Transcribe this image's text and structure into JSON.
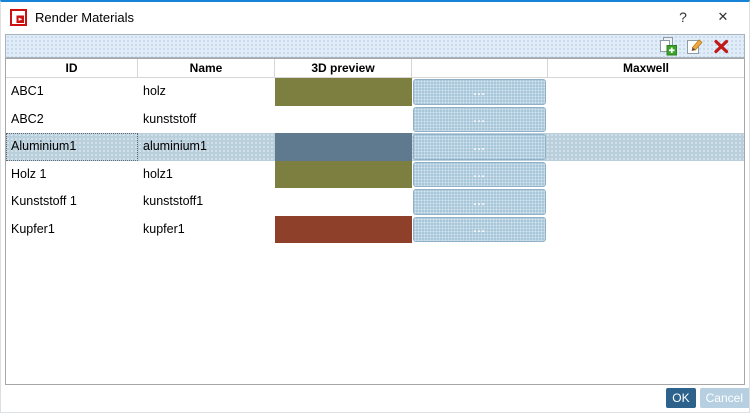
{
  "window": {
    "title": "Render Materials",
    "help_label": "?",
    "close_label": "✕"
  },
  "toolbar": {
    "icons": [
      {
        "name": "add-material"
      },
      {
        "name": "edit-material"
      },
      {
        "name": "delete-material"
      }
    ]
  },
  "table": {
    "headers": [
      "ID",
      "Name",
      "3D preview",
      "",
      "Maxwell"
    ],
    "rows": [
      {
        "id": "ABC1",
        "name": "holz",
        "preview_color": "#7c7f3f",
        "picker_label": "...",
        "selected": false
      },
      {
        "id": "ABC2",
        "name": "kunststoff",
        "preview_color": null,
        "picker_label": "...",
        "selected": false
      },
      {
        "id": "Aluminium1",
        "name": "aluminium1",
        "preview_color": "#5f7a8e",
        "picker_label": "...",
        "selected": true
      },
      {
        "id": "Holz 1",
        "name": "holz1",
        "preview_color": "#7c7f3f",
        "picker_label": "...",
        "selected": false
      },
      {
        "id": "Kunststoff 1",
        "name": "kunststoff1",
        "preview_color": null,
        "picker_label": "...",
        "selected": false
      },
      {
        "id": "Kupfer1",
        "name": "kupfer1",
        "preview_color": "#8e402a",
        "picker_label": "...",
        "selected": false
      }
    ]
  },
  "footer": {
    "ok_label": "OK",
    "cancel_label": "Cancel"
  },
  "colors": {
    "accent_border": "#1584d7",
    "selection": "#bacfdc",
    "picker_button": "#a9c7db",
    "ok_button": "#2d628c",
    "cancel_button": "#b6cfe1",
    "delete_icon": "#c11818",
    "add_icon_green": "#3ba428"
  }
}
